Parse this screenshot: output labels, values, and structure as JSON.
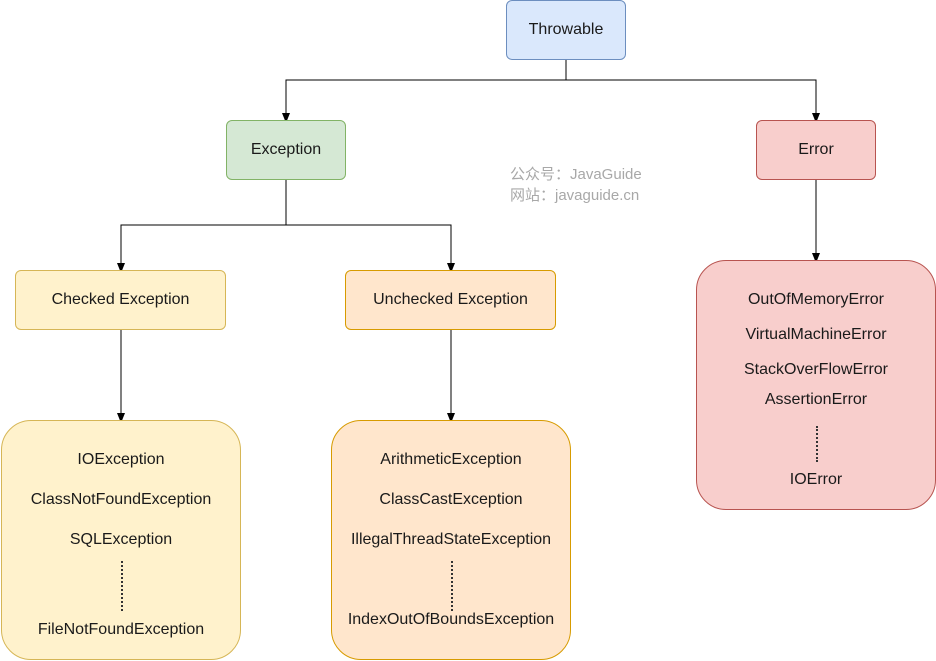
{
  "nodes": {
    "throwable": "Throwable",
    "exception": "Exception",
    "error": "Error",
    "checked": "Checked Exception",
    "unchecked": "Unchecked Exception"
  },
  "checked_list": [
    "IOException",
    "ClassNotFoundException",
    "SQLException",
    "FileNotFoundException"
  ],
  "unchecked_list": [
    "ArithmeticException",
    "ClassCastException",
    "IllegalThreadStateException",
    "IndexOutOfBoundsException"
  ],
  "error_list": [
    "OutOfMemoryError",
    "VirtualMachineError",
    "StackOverFlowError",
    "AssertionError",
    "IOError"
  ],
  "watermark": {
    "line1": "公众号：JavaGuide",
    "line2": "网站：javaguide.cn"
  },
  "colors": {
    "throwable": "#dae8fc",
    "exception": "#d5e8d4",
    "error": "#f8cecc",
    "checked": "#fff2cc",
    "unchecked": "#ffe6cc"
  }
}
